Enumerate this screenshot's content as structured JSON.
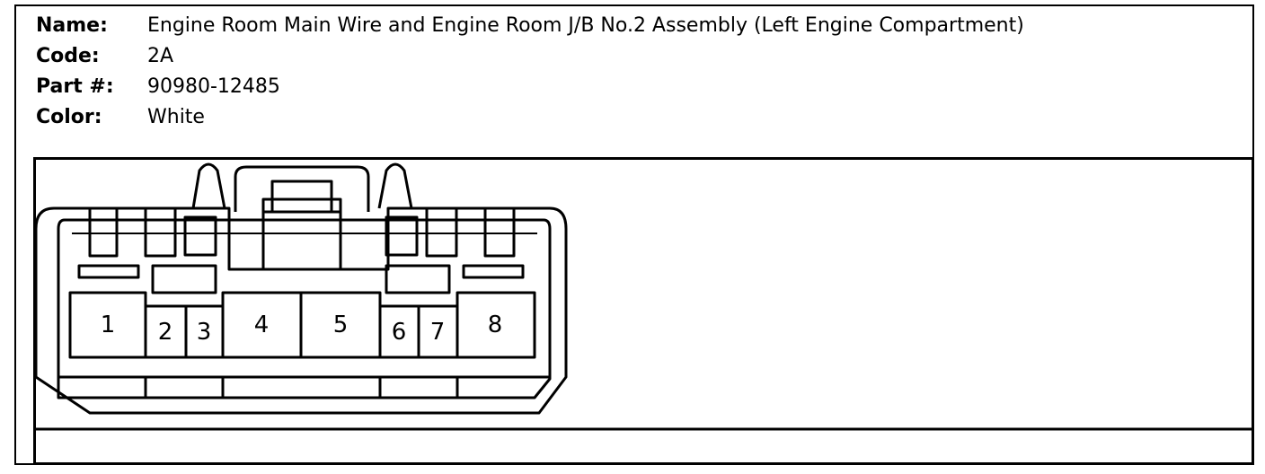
{
  "info": {
    "name_label": "Name:",
    "name_value": "Engine Room Main Wire and Engine Room J/B No.2 Assembly (Left Engine Compartment)",
    "code_label": "Code:",
    "code_value": "2A",
    "part_label": "Part #:",
    "part_value": "90980-12485",
    "color_label": "Color:",
    "color_value": "White"
  },
  "connector": {
    "pins": [
      "1",
      "2",
      "3",
      "4",
      "5",
      "6",
      "7",
      "8"
    ]
  }
}
